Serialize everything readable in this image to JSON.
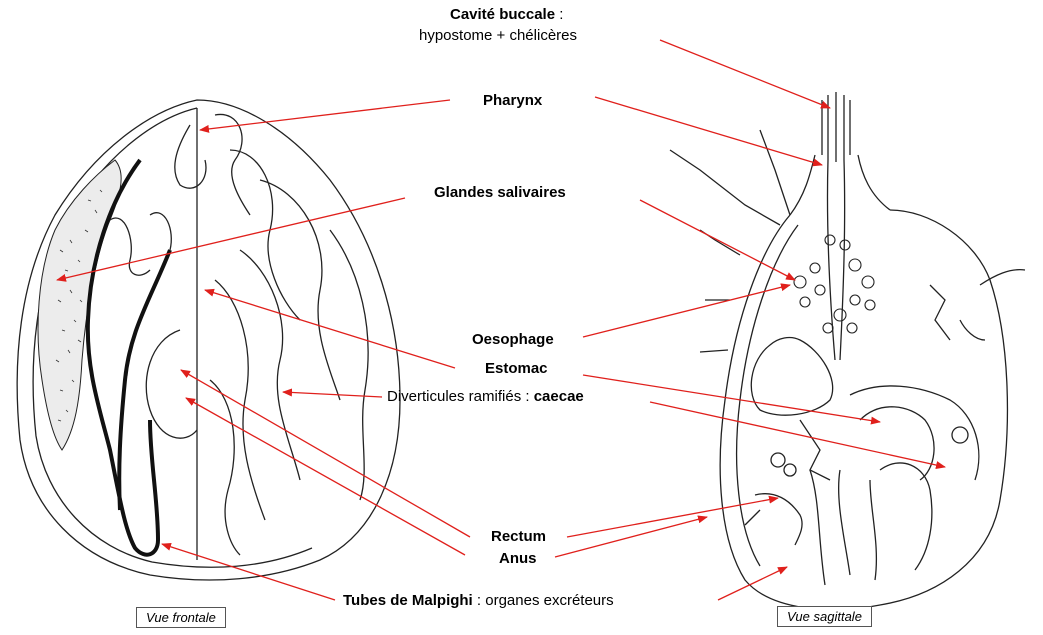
{
  "labels": {
    "cavite_title": "Cavité buccale",
    "cavite_colon": " :",
    "cavite_sub": "hypostome + chélicères",
    "pharynx": "Pharynx",
    "glandes": "Glandes salivaires",
    "oesophage": "Oesophage",
    "estomac": "Estomac",
    "diverticules": "Diverticules ramifiés : ",
    "caecae": "caecae",
    "rectum": "Rectum",
    "anus": "Anus",
    "tubes_title": "Tubes de Malpighi",
    "tubes_rest": " : organes excréteurs"
  },
  "captions": {
    "frontale": "Vue frontale",
    "sagittale": "Vue sagittale"
  },
  "colors": {
    "arrow": "#e0201c",
    "outline": "#222222",
    "ink": "#111111"
  }
}
